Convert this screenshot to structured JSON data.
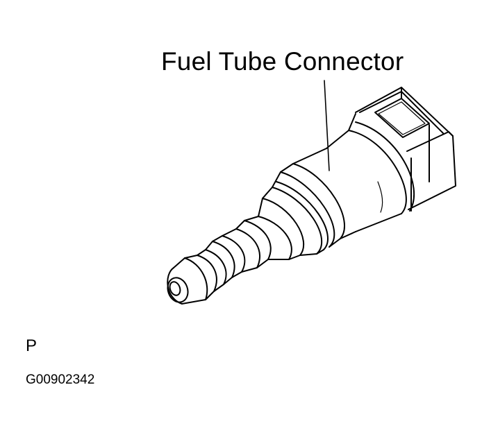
{
  "labels": {
    "main_callout": "Fuel Tube Connector",
    "view_letter": "P",
    "figure_code": "G00902342"
  },
  "colors": {
    "ink": "#000000",
    "paper": "#ffffff"
  }
}
